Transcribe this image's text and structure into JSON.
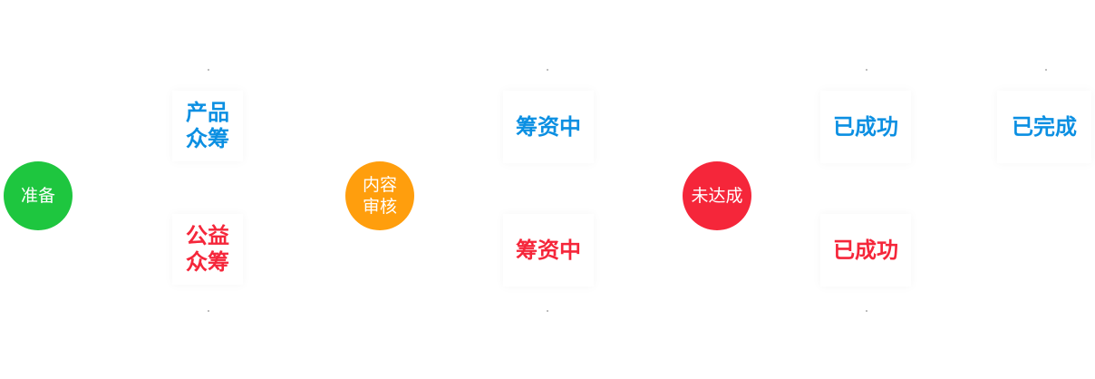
{
  "colors": {
    "ready": "#1ec63f",
    "review": "#ff9e0d",
    "unmet": "#f5263a",
    "blue": "#0b8fe2",
    "red": "#f5263a"
  },
  "nodes": {
    "ready": "准备",
    "review": "内容\n审核",
    "unmet": "未达成"
  },
  "cards": {
    "product": "产品\n众筹",
    "charity": "公益\n众筹",
    "fund_top": "筹资中",
    "fund_bottom": "筹资中",
    "success_top": "已成功",
    "success_bottom": "已成功",
    "done": "已完成"
  }
}
